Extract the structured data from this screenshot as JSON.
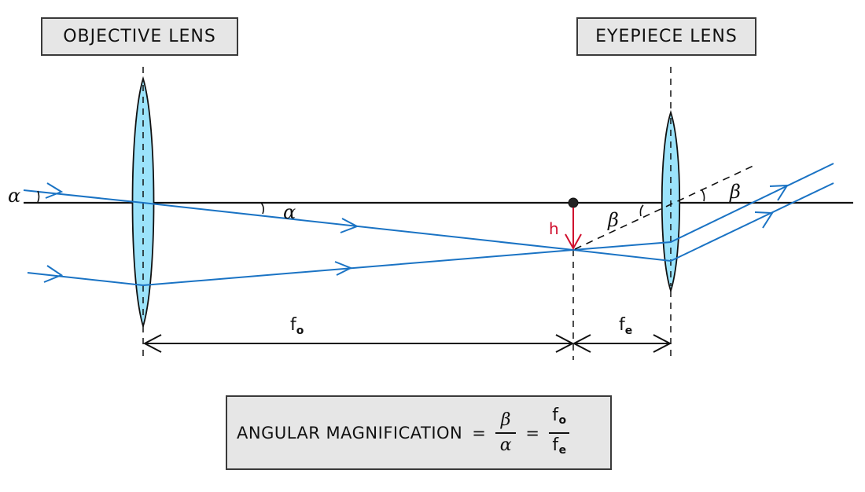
{
  "labels": {
    "objective": "OBJECTIVE LENS",
    "eyepiece": "EYEPIECE LENS"
  },
  "symbols": {
    "alpha": "α",
    "beta": "β",
    "height": "h",
    "f": "f",
    "o_sub": "o",
    "e_sub": "e"
  },
  "formula": {
    "lhs": "ANGULAR MAGNIFICATION",
    "equals": "=",
    "frac1_num": "β",
    "frac1_den": "α",
    "frac2_num_base": "f",
    "frac2_num_sub": "o",
    "frac2_den_base": "f",
    "frac2_den_sub": "e"
  },
  "colors": {
    "ray": "#1a73c4",
    "lens_fill": "#9be3fb",
    "height_arrow": "#d0102e",
    "axis": "#111111",
    "box_fill": "#e6e6e6"
  }
}
